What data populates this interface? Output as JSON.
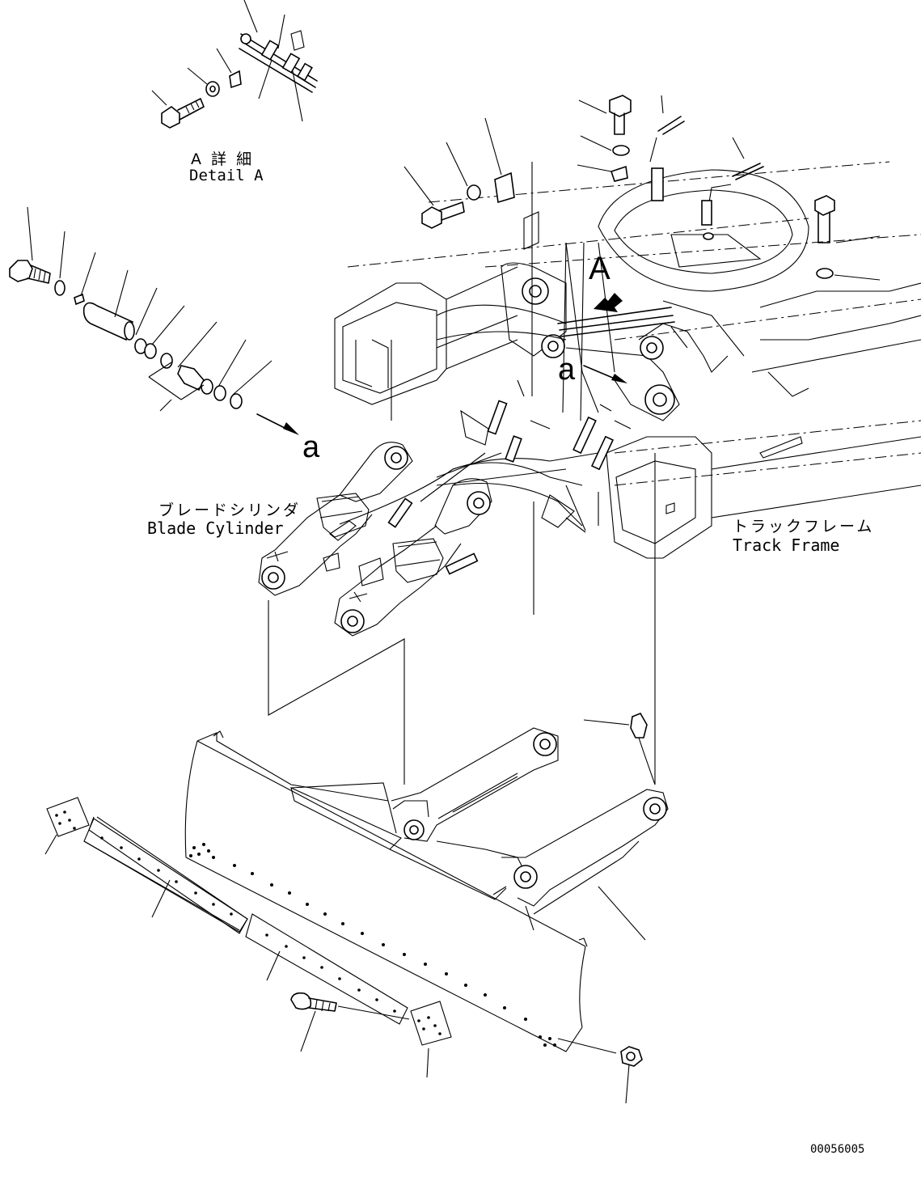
{
  "labels": {
    "detail_a_jp": "A 詳 細",
    "detail_a_en": "Detail A",
    "callout_a_upper": "A",
    "callout_a_lower_1": "a",
    "callout_a_lower_2": "a",
    "blade_cylinder_jp": "ブレードシリンダ",
    "blade_cylinder_en": "Blade Cylinder",
    "track_frame_jp": "トラックフレーム",
    "track_frame_en": "Track Frame",
    "drawing_number": "00056005"
  },
  "colors": {
    "line": "#000000",
    "background": "#ffffff"
  }
}
